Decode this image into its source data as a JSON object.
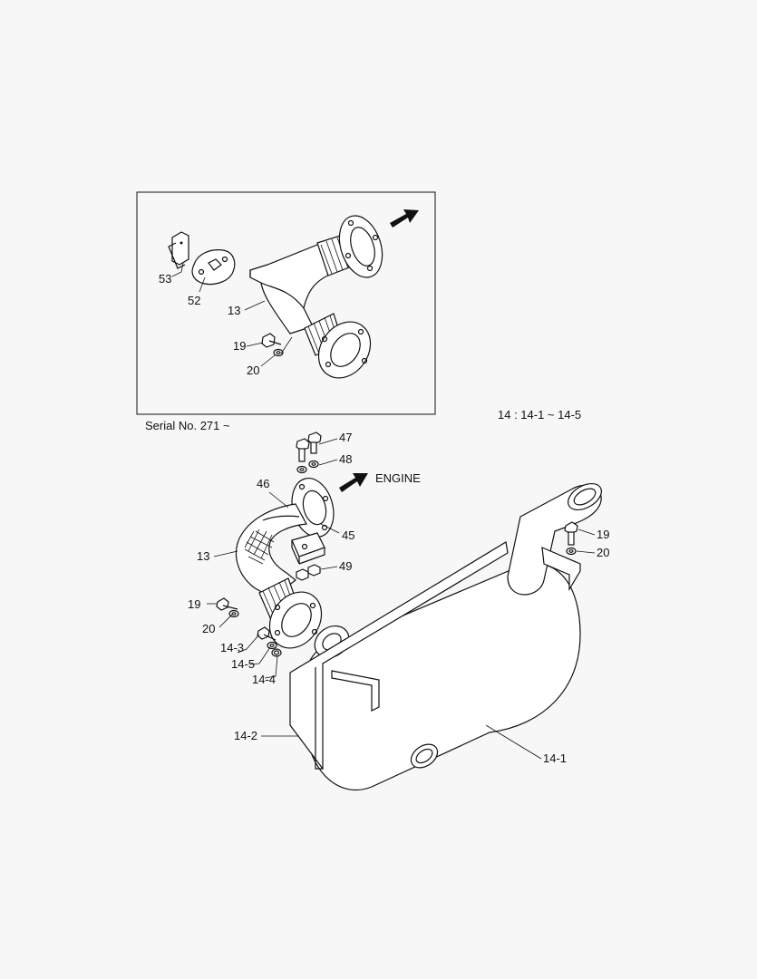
{
  "inset": {
    "labels": {
      "c53": "53",
      "c52": "52",
      "c13": "13",
      "c19": "19",
      "c20": "20"
    }
  },
  "serial_note": "Serial No. 271 ~",
  "assembly_note": "14 : 14-1 ~ 14-5",
  "engine_label": "ENGINE",
  "callouts": {
    "c47": "47",
    "c48": "48",
    "c46": "46",
    "c45": "45",
    "c13": "13",
    "c49": "49",
    "c19a": "19",
    "c20a": "20",
    "c19b": "19",
    "c20b": "20",
    "c14_3": "14-3",
    "c14_5": "14-5",
    "c14_4": "14-4",
    "c14_2": "14-2",
    "c14_1": "14-1"
  },
  "icons": [
    "direction-arrow-icon",
    "direction-arrow-icon"
  ]
}
